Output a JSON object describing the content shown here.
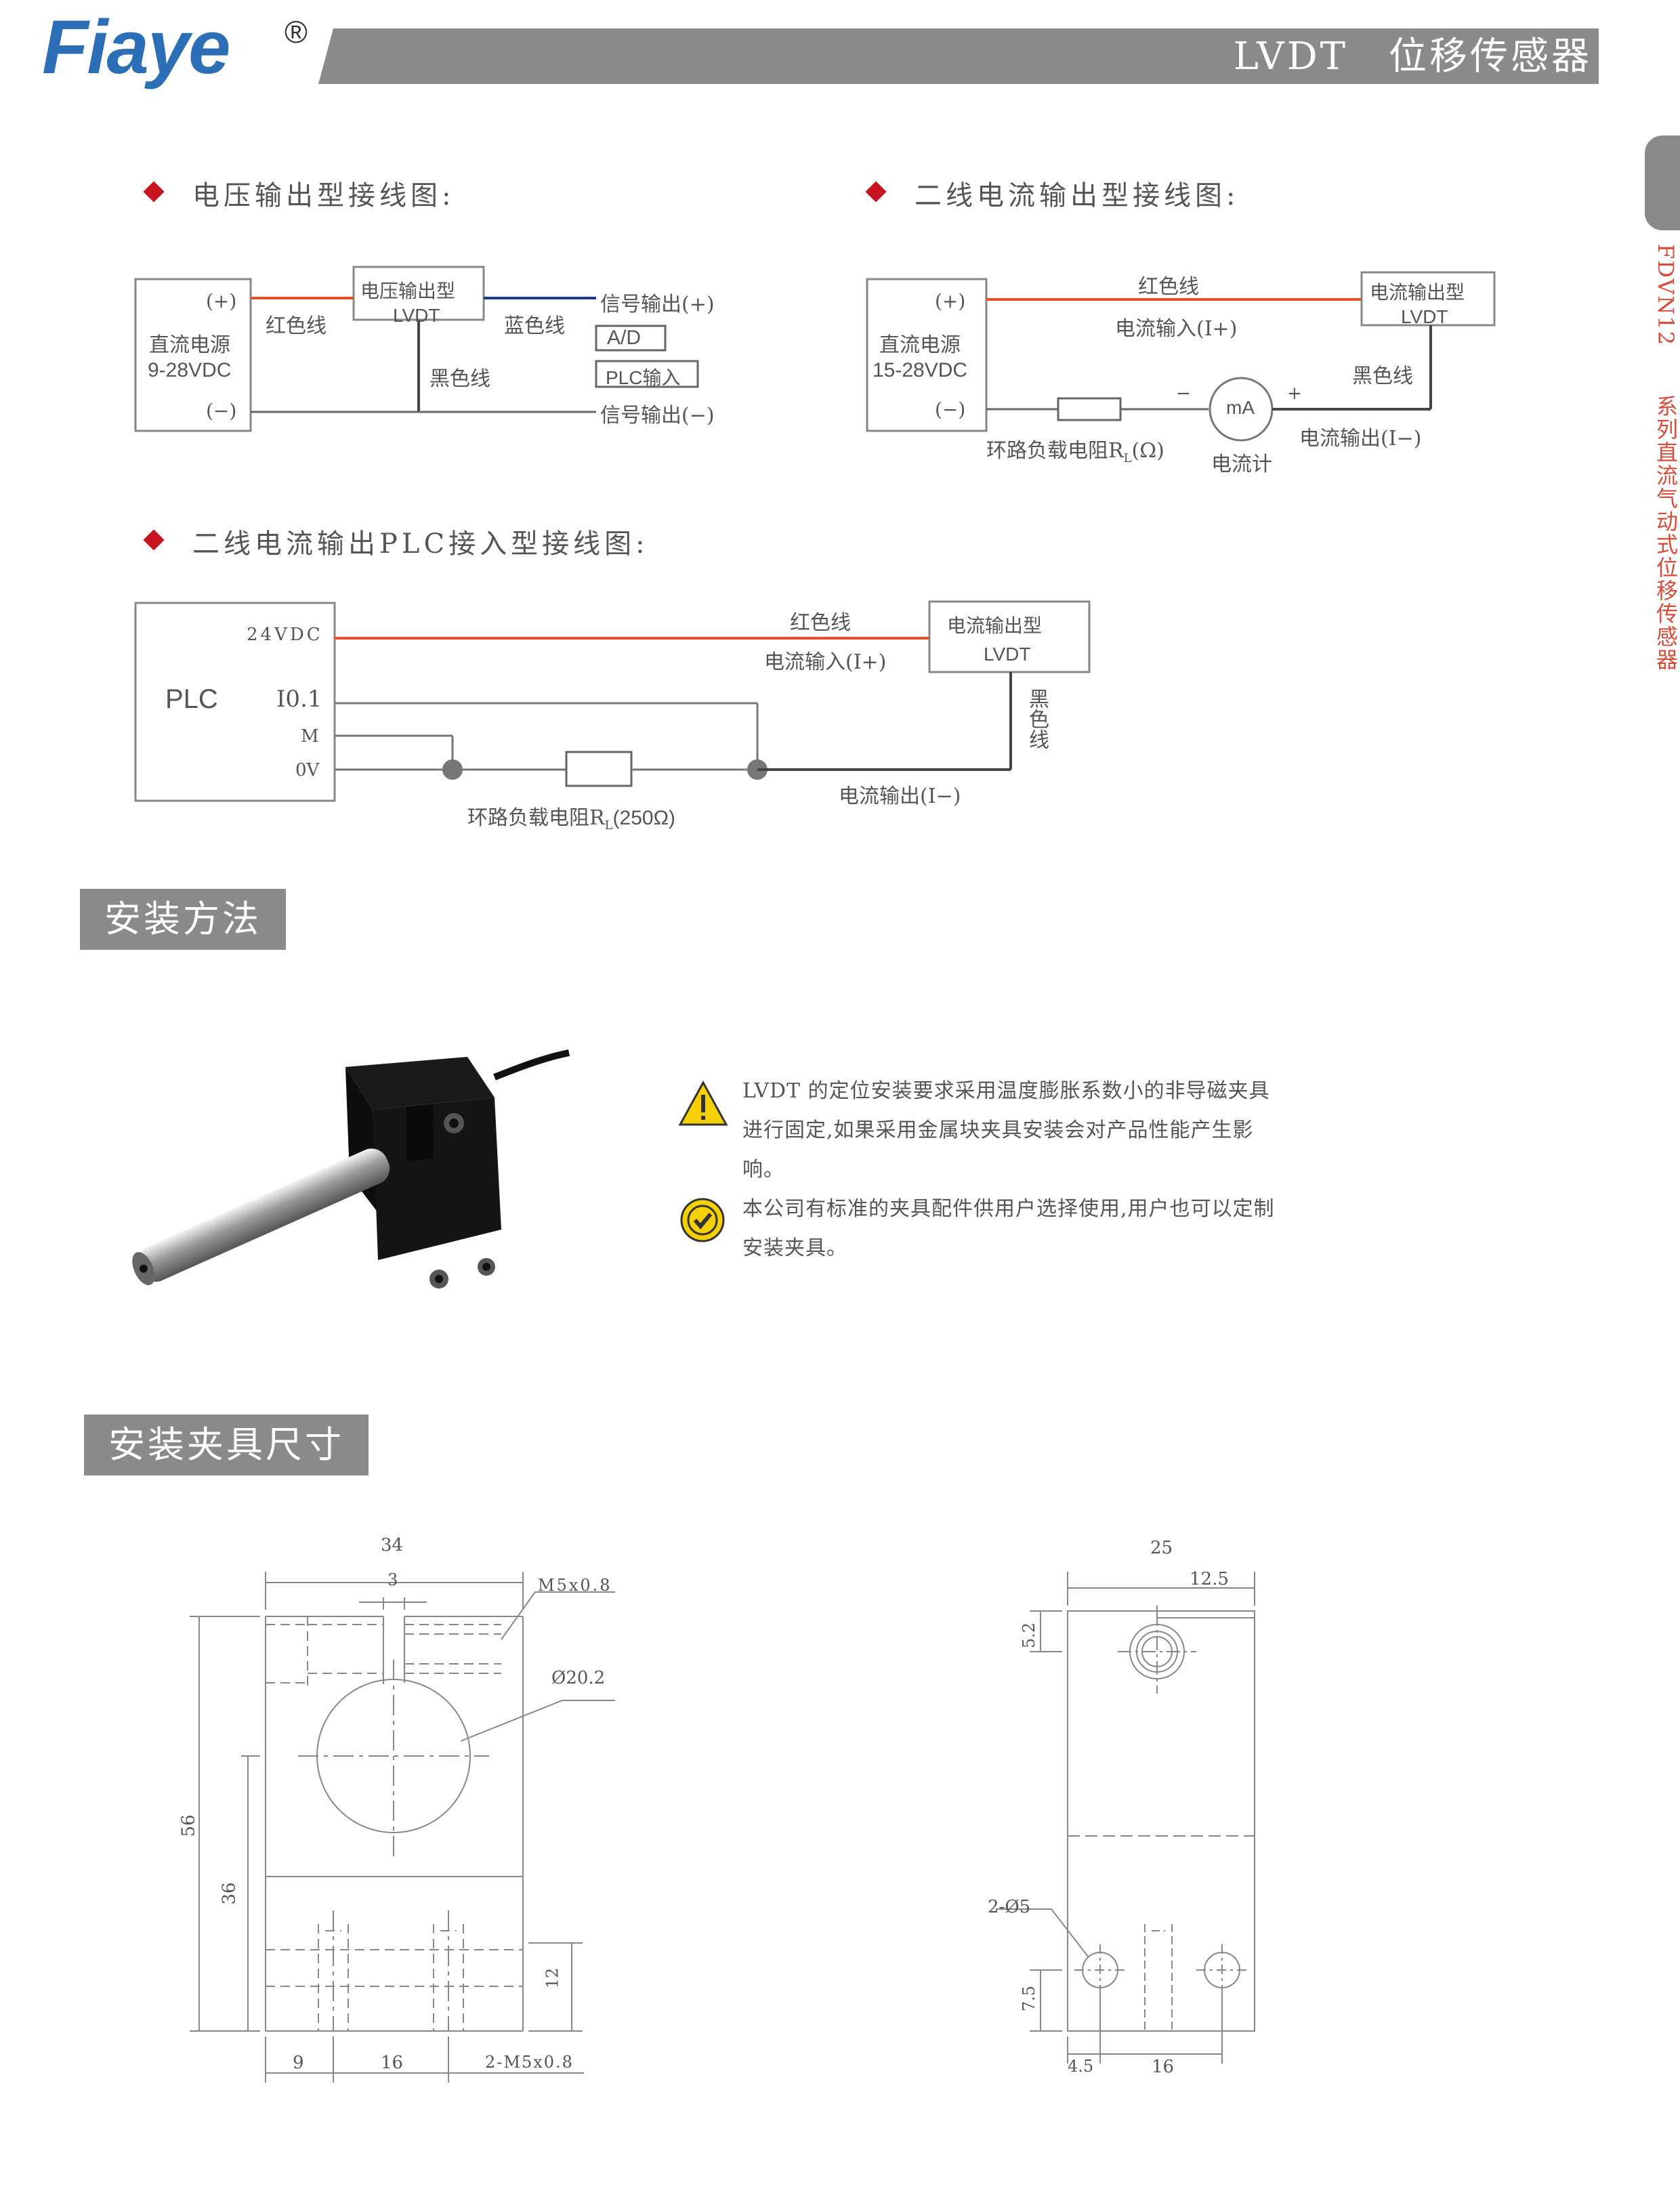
{
  "header": {
    "brand": "Fiaye",
    "reg_mark": "®",
    "title": "LVDT　位移传感器"
  },
  "side_tab": {
    "model": "FDVN12",
    "series": "系列直流气动式位移传感器"
  },
  "voltage_wiring": {
    "title": "电压输出型接线图:",
    "supply_plus": "(+)",
    "supply_name": "直流电源",
    "supply_range": "9-28VDC",
    "supply_minus": "(−)",
    "red_wire": "红色线",
    "device_line1": "电压输出型",
    "device_line2": "LVDT",
    "blue_wire": "蓝色线",
    "black_wire": "黑色线",
    "signal_plus": "信号输出(+)",
    "ad_box": "A/D",
    "plc_box": "PLC输入",
    "signal_minus": "信号输出(−)"
  },
  "current_wiring": {
    "title": "二线电流输出型接线图:",
    "supply_plus": "(+)",
    "supply_name": "直流电源",
    "supply_range": "15-28VDC",
    "supply_minus": "(−)",
    "red_wire": "红色线",
    "current_in": "电流输入(I+)",
    "device_line1": "电流输出型",
    "device_line2": "LVDT",
    "black_wire": "黑色线",
    "meter_minus": "−",
    "meter_label": "mA",
    "meter_plus": "+",
    "resistor_label": "环路负载电阻R",
    "resistor_sub": "L",
    "resistor_unit": "(Ω)",
    "ammeter": "电流计",
    "current_out": "电流输出(I−)"
  },
  "plc_wiring": {
    "title": "二线电流输出PLC接入型接线图:",
    "plc_label": "PLC",
    "pin_24v": "24VDC",
    "pin_io": "I0.1",
    "pin_m": "M",
    "pin_0v": "0V",
    "red_wire": "红色线",
    "current_in": "电流输入(I+)",
    "device_line1": "电流输出型",
    "device_line2": "LVDT",
    "black_wire": "黑色线",
    "current_out": "电流输出(I−)",
    "resistor_label": "环路负载电阻R",
    "resistor_sub": "L",
    "resistor_value": "(250Ω)"
  },
  "install": {
    "banner": "安装方法",
    "warning_icon": "warning-triangle-icon",
    "check_icon": "check-circle-icon",
    "warning_text": "LVDT 的定位安装要求采用温度膨胀系数小的非导磁夹具进行固定,如果采用金属块夹具安装会对产品性能产生影响。",
    "check_text": "本公司有标准的夹具配件供用户选择使用,用户也可以定制安装夹具。"
  },
  "clamp": {
    "banner": "安装夹具尺寸",
    "front": {
      "width": "34",
      "slot": "3",
      "thread": "M5x0.8",
      "bore": "Ø20.2",
      "height": "56",
      "center": "36",
      "hole_depth": "12",
      "left_offset": "9",
      "pitch": "16",
      "bottom_thread": "2-M5x0.8"
    },
    "side": {
      "width": "25",
      "half": "12.5",
      "top_offset": "5.2",
      "holes": "2-Ø5",
      "hole_height": "7.5",
      "hole_left": "4.5",
      "pitch": "16"
    }
  },
  "colors": {
    "brand_blue": "#2c6fb6",
    "bullet_red": "#c8141e",
    "red_wire": "#e2502a",
    "blue_wire": "#1f3a8a",
    "gray_banner": "#8a8a8a"
  }
}
